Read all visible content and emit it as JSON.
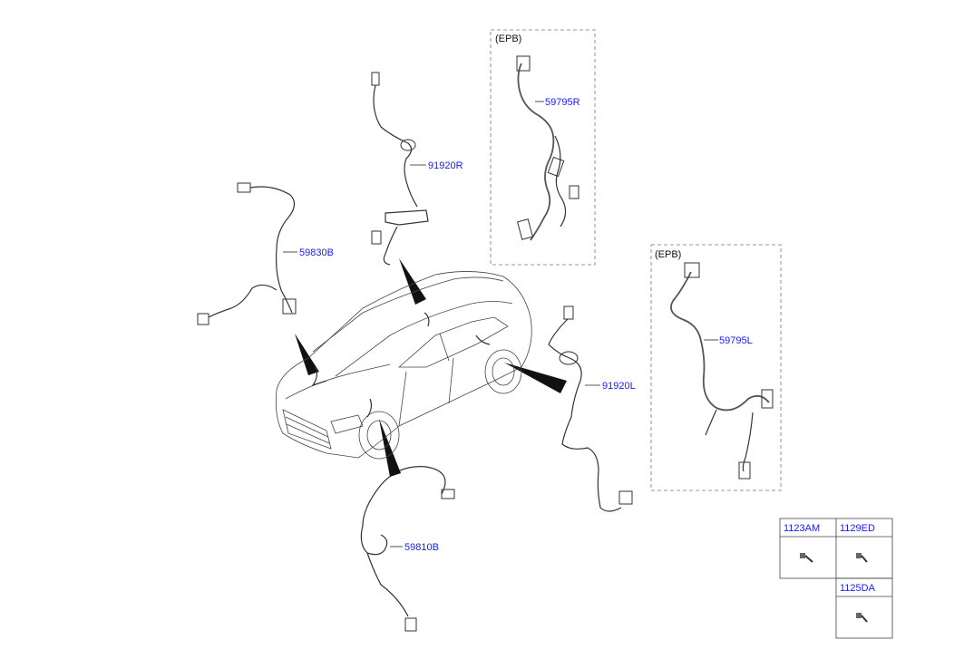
{
  "epb_boxes": [
    {
      "label": "(EPB)",
      "part": "59795R"
    },
    {
      "label": "(EPB)",
      "part": "59795L"
    }
  ],
  "part_labels": {
    "sensor_rear_right": "91920R",
    "sensor_rear_left": "91920L",
    "hose_front_right": "59830B",
    "hose_front_left": "59810B"
  },
  "fastener_table": {
    "headers": [
      "1123AM",
      "1129ED"
    ],
    "extra_header": "1125DA"
  }
}
